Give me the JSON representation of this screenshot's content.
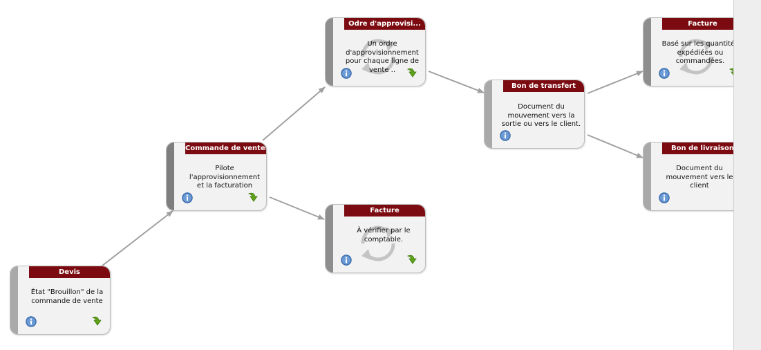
{
  "nodes": {
    "devis": {
      "title": "Devis",
      "description": "État \"Brouillon\" de la commande de vente"
    },
    "commande": {
      "title": "Commande de ventes",
      "description": "Pilote l'approvisionnement et la facturation"
    },
    "ordre": {
      "title": "Odre d'approvisi...",
      "description": "Un ordre d'approvisionnement pour chaque ligne de vente .."
    },
    "facture_mid": {
      "title": "Facture",
      "description": "À vérifier par le comptable."
    },
    "transfert": {
      "title": "Bon de transfert",
      "description": "Document du mouvement vers la sortie ou vers le client."
    },
    "facture_right": {
      "title": "Facture",
      "description": "Basé sur les quantités expédiées ou commandées."
    },
    "livraison": {
      "title": "Bon de livraison",
      "description": "Document du mouvement vers le client"
    }
  },
  "colors": {
    "header": "#7b0b10",
    "node_bg": "#f2f2f2",
    "stripe": "#a9a9a9",
    "arrow": "#a0a0a0",
    "info": "#4a7fc1",
    "next": "#5fa31a"
  },
  "icons": {
    "info": "info-icon",
    "next": "green-arrow-icon",
    "cycle": "refresh-cycle-icon"
  }
}
